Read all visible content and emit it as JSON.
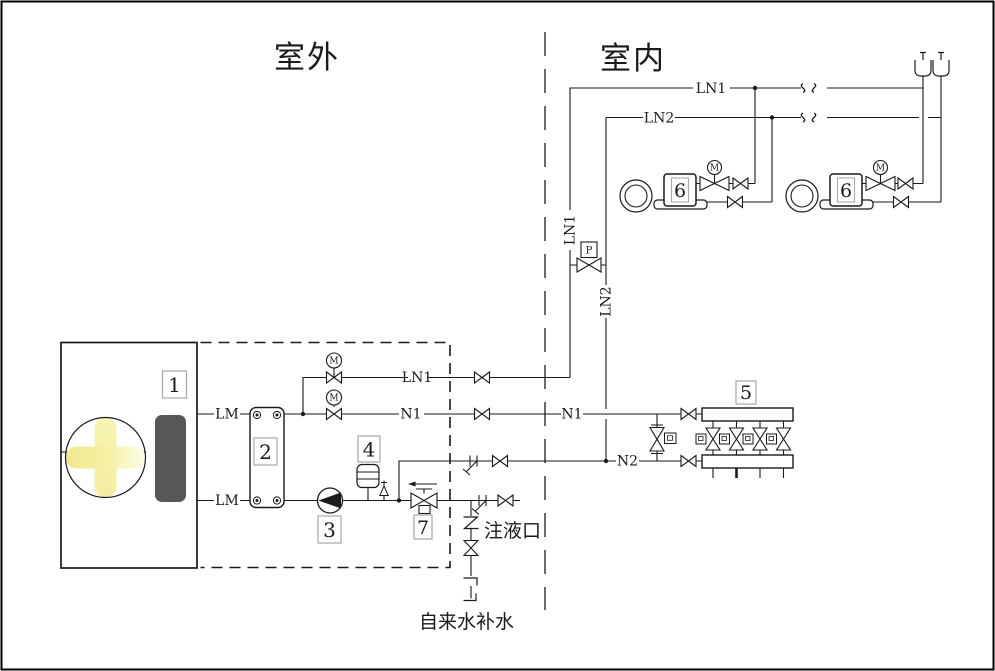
{
  "labels": {
    "outdoor": "室外",
    "indoor": "室内",
    "ln1": "LN1",
    "ln2": "LN2",
    "ln1_vert": "LN1",
    "ln2_vert": "LN2",
    "ln1_out": "LN1",
    "n1_out": "N1",
    "n1_in": "N1",
    "n2": "N2",
    "lm_top": "LM",
    "lm_bot": "LM",
    "fill_port": "注液口",
    "makeup": "自来水补水"
  },
  "badges": {
    "b1": "1",
    "b2": "2",
    "b3": "3",
    "b4": "4",
    "b5": "5",
    "b6a": "6",
    "b6b": "6",
    "b7": "7"
  },
  "glyphs": {
    "motor": "M",
    "pressure": "P"
  },
  "colors": {
    "line": "#1a1a1a",
    "coil": "#575757",
    "fan_blade": "#f2eb98",
    "fan_blade_light": "#fdfbe8",
    "badge_text": "#2222a0",
    "badge_border": "#a8a8a8"
  }
}
